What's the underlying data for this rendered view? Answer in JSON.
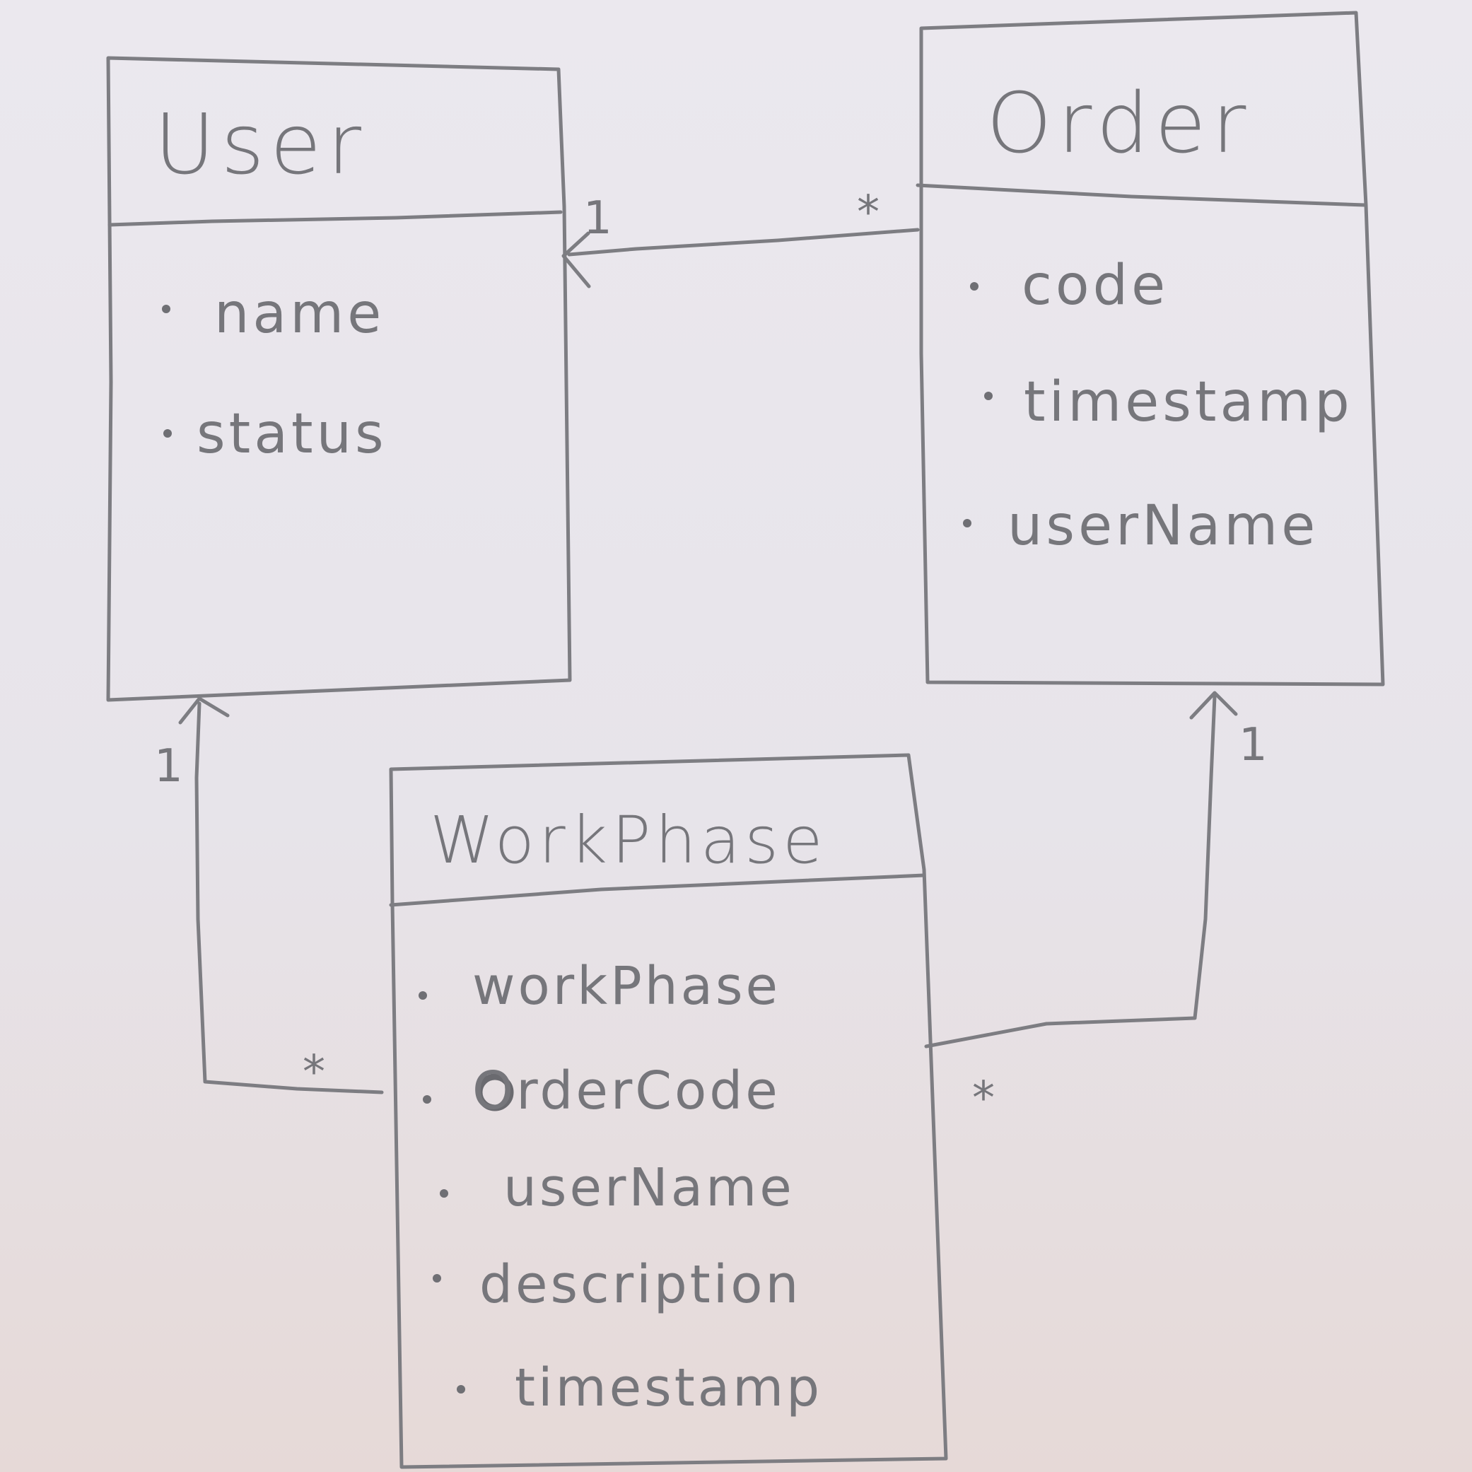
{
  "diagram": {
    "classes": [
      {
        "id": "user",
        "name": "User",
        "attributes": [
          "name",
          "status"
        ]
      },
      {
        "id": "order",
        "name": "Order",
        "attributes": [
          "code",
          "timestamp",
          "userName"
        ]
      },
      {
        "id": "workphase",
        "name": "WorkPhase",
        "attributes": [
          "workPhase",
          "OrderCode",
          "userName",
          "description",
          "timestamp"
        ]
      }
    ],
    "associations": [
      {
        "from": "order",
        "to": "user",
        "from_multiplicity": "*",
        "to_multiplicity": "1"
      },
      {
        "from": "workphase",
        "to": "user",
        "from_multiplicity": "*",
        "to_multiplicity": "1"
      },
      {
        "from": "workphase",
        "to": "order",
        "from_multiplicity": "*",
        "to_multiplicity": "1"
      }
    ]
  }
}
